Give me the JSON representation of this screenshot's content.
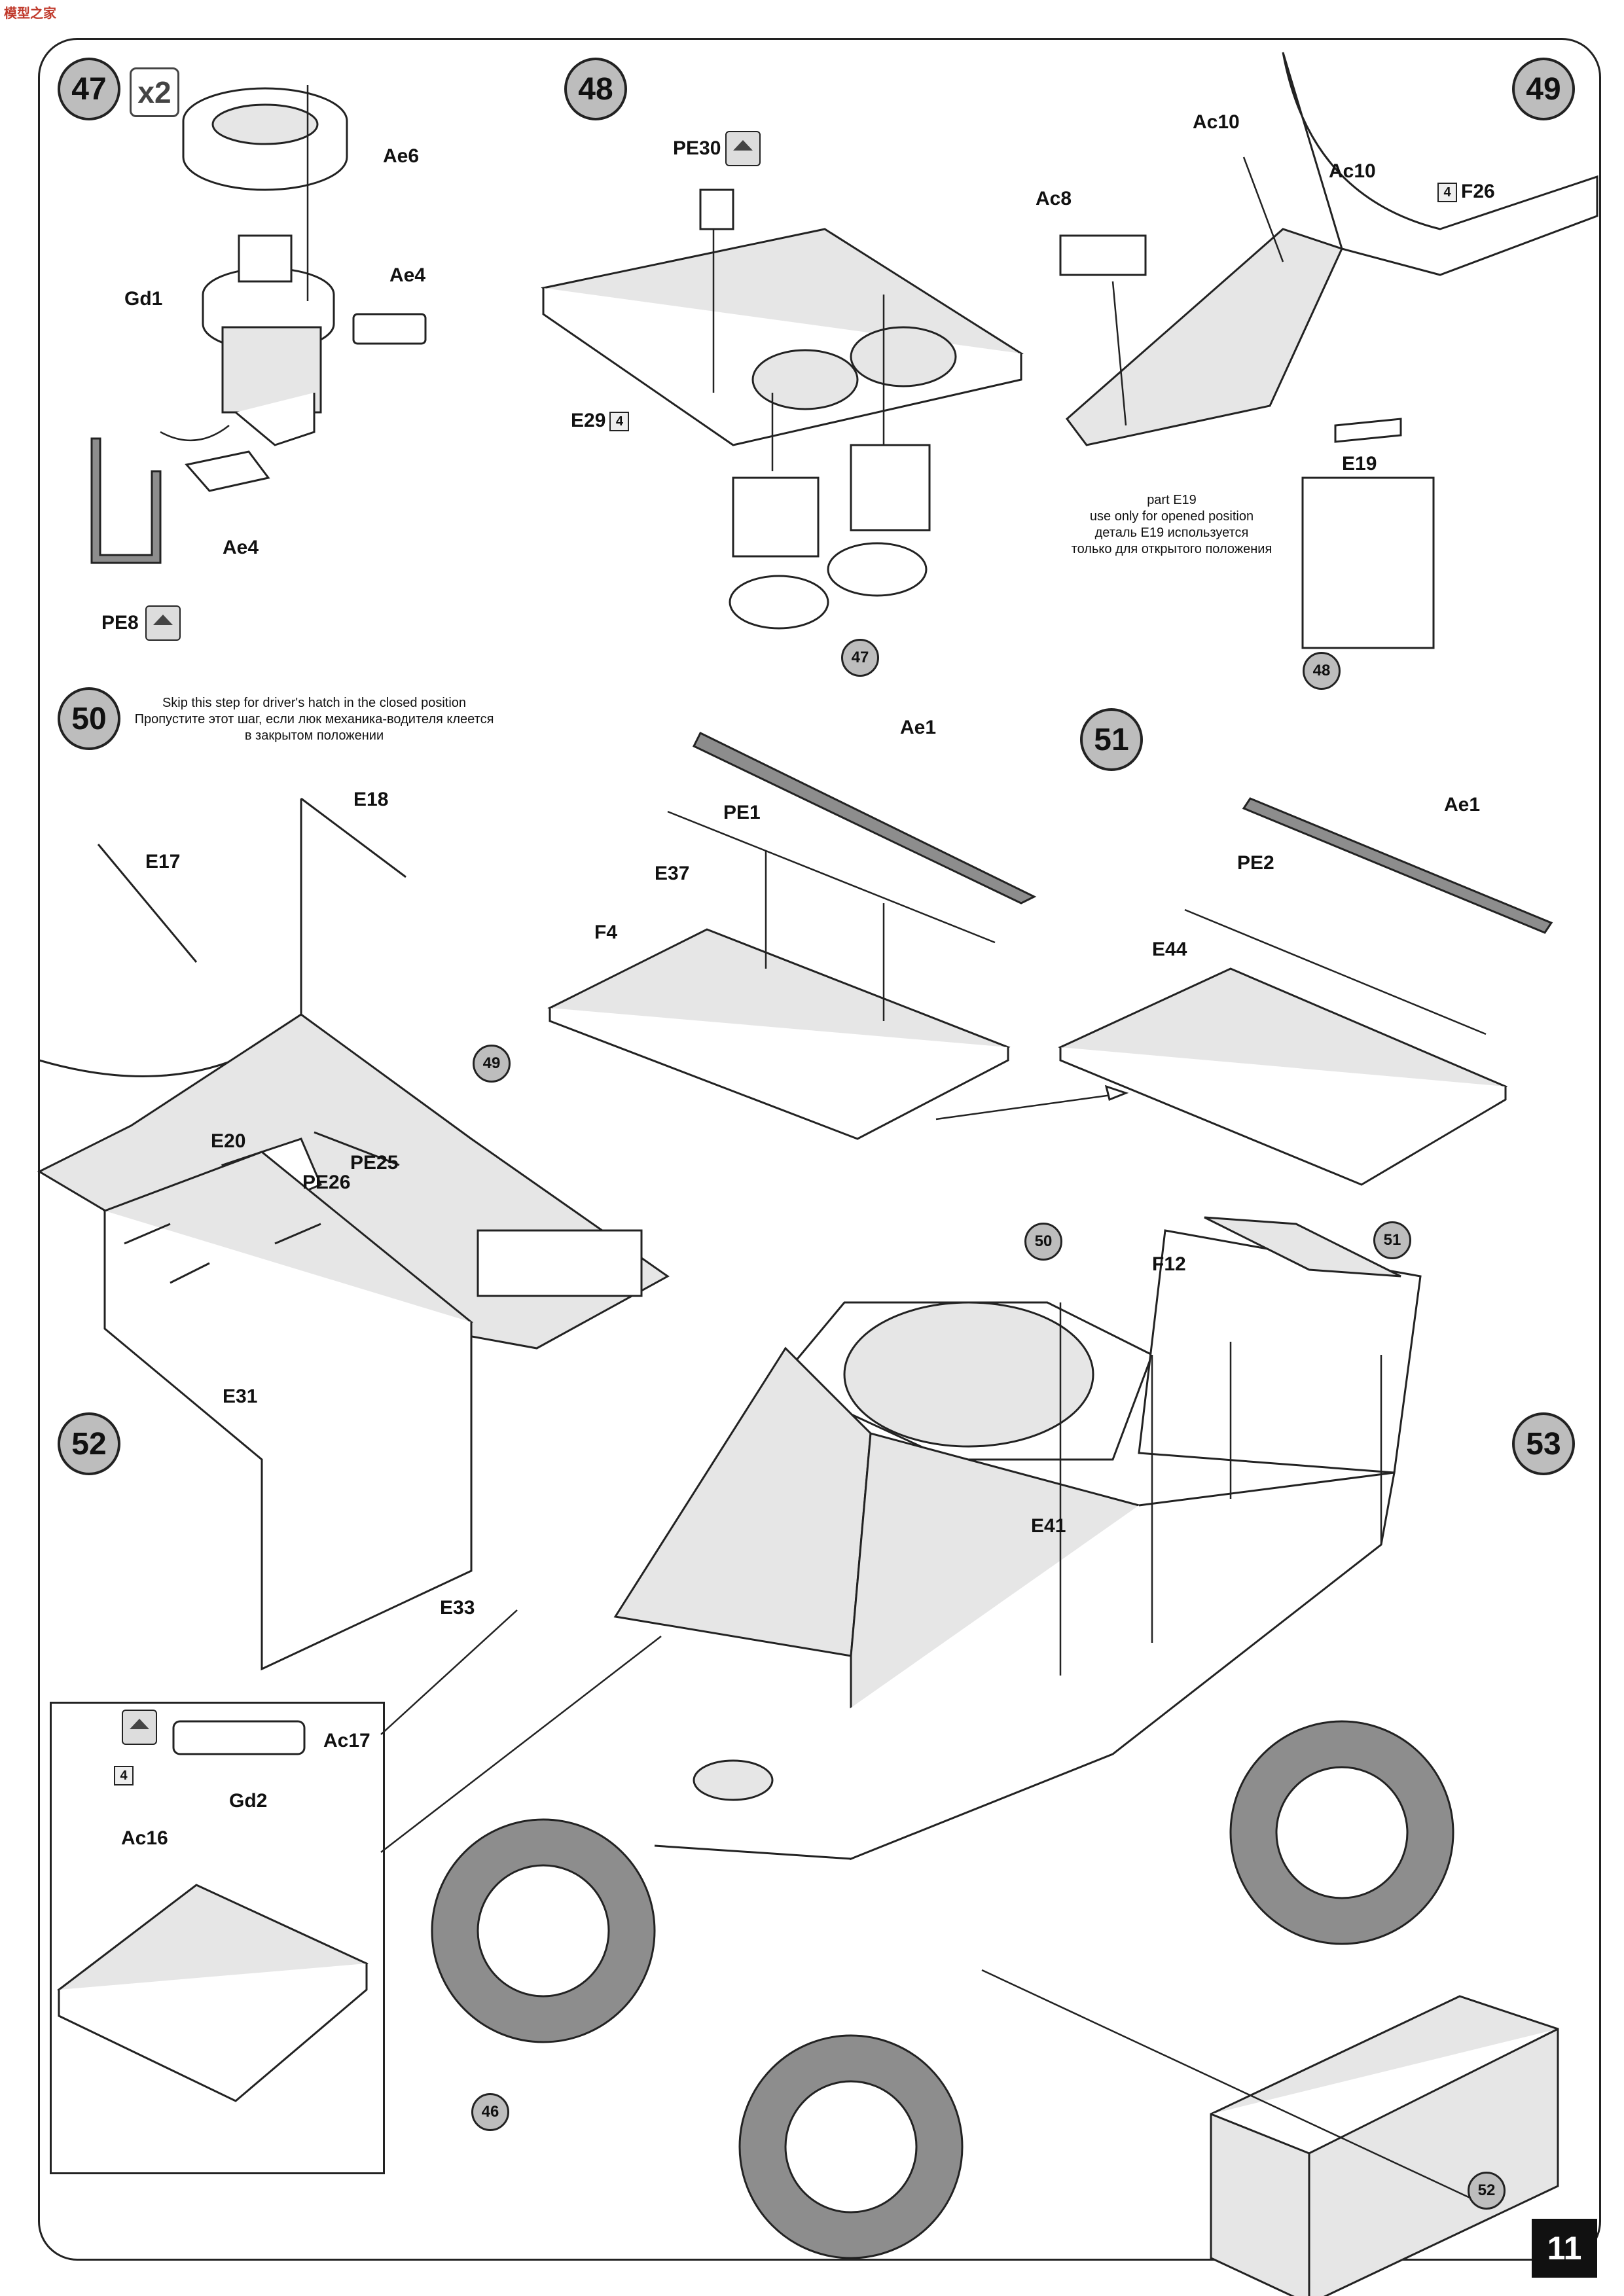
{
  "logo_text": "模型之家",
  "page_number": "11",
  "steps": {
    "s47": {
      "number": "47",
      "multiplier": "x2",
      "parts": [
        "Ae6",
        "Gd1",
        "Ae4",
        "Ae4",
        "PE8"
      ]
    },
    "s48": {
      "number": "48",
      "parts": [
        "PE30",
        "E29"
      ],
      "box": "4",
      "ref": "47"
    },
    "s49": {
      "number": "49",
      "parts": [
        "Ac10",
        "Ac10",
        "Ac8",
        "F26",
        "E19"
      ],
      "box": "4",
      "note_lines": [
        "part E19",
        "use only for opened position",
        "деталь E19 используется",
        "только для открытого положения"
      ],
      "ref": "48"
    },
    "s50": {
      "number": "50",
      "note_lines": [
        "Skip this step for driver's hatch in the closed position",
        "Пропустите этот шаг, если люк механика-водителя клеется",
        "в закрытом положении"
      ],
      "parts": [
        "E18",
        "E17",
        "E20",
        "PE26",
        "PE25"
      ],
      "ref": "49"
    },
    "s50b": {
      "parts": [
        "Ae1",
        "PE1",
        "E37",
        "F4"
      ]
    },
    "s51": {
      "number": "51",
      "parts": [
        "Ae1",
        "PE2",
        "E44"
      ]
    },
    "s52": {
      "number": "52",
      "parts": [
        "E31",
        "E33"
      ],
      "inset_parts": [
        "Ac17",
        "Gd2",
        "Ac16"
      ],
      "box": "4"
    },
    "s53": {
      "number": "53",
      "parts": [
        "F12",
        "E41"
      ],
      "refs": [
        "50",
        "51",
        "46",
        "52"
      ]
    }
  }
}
